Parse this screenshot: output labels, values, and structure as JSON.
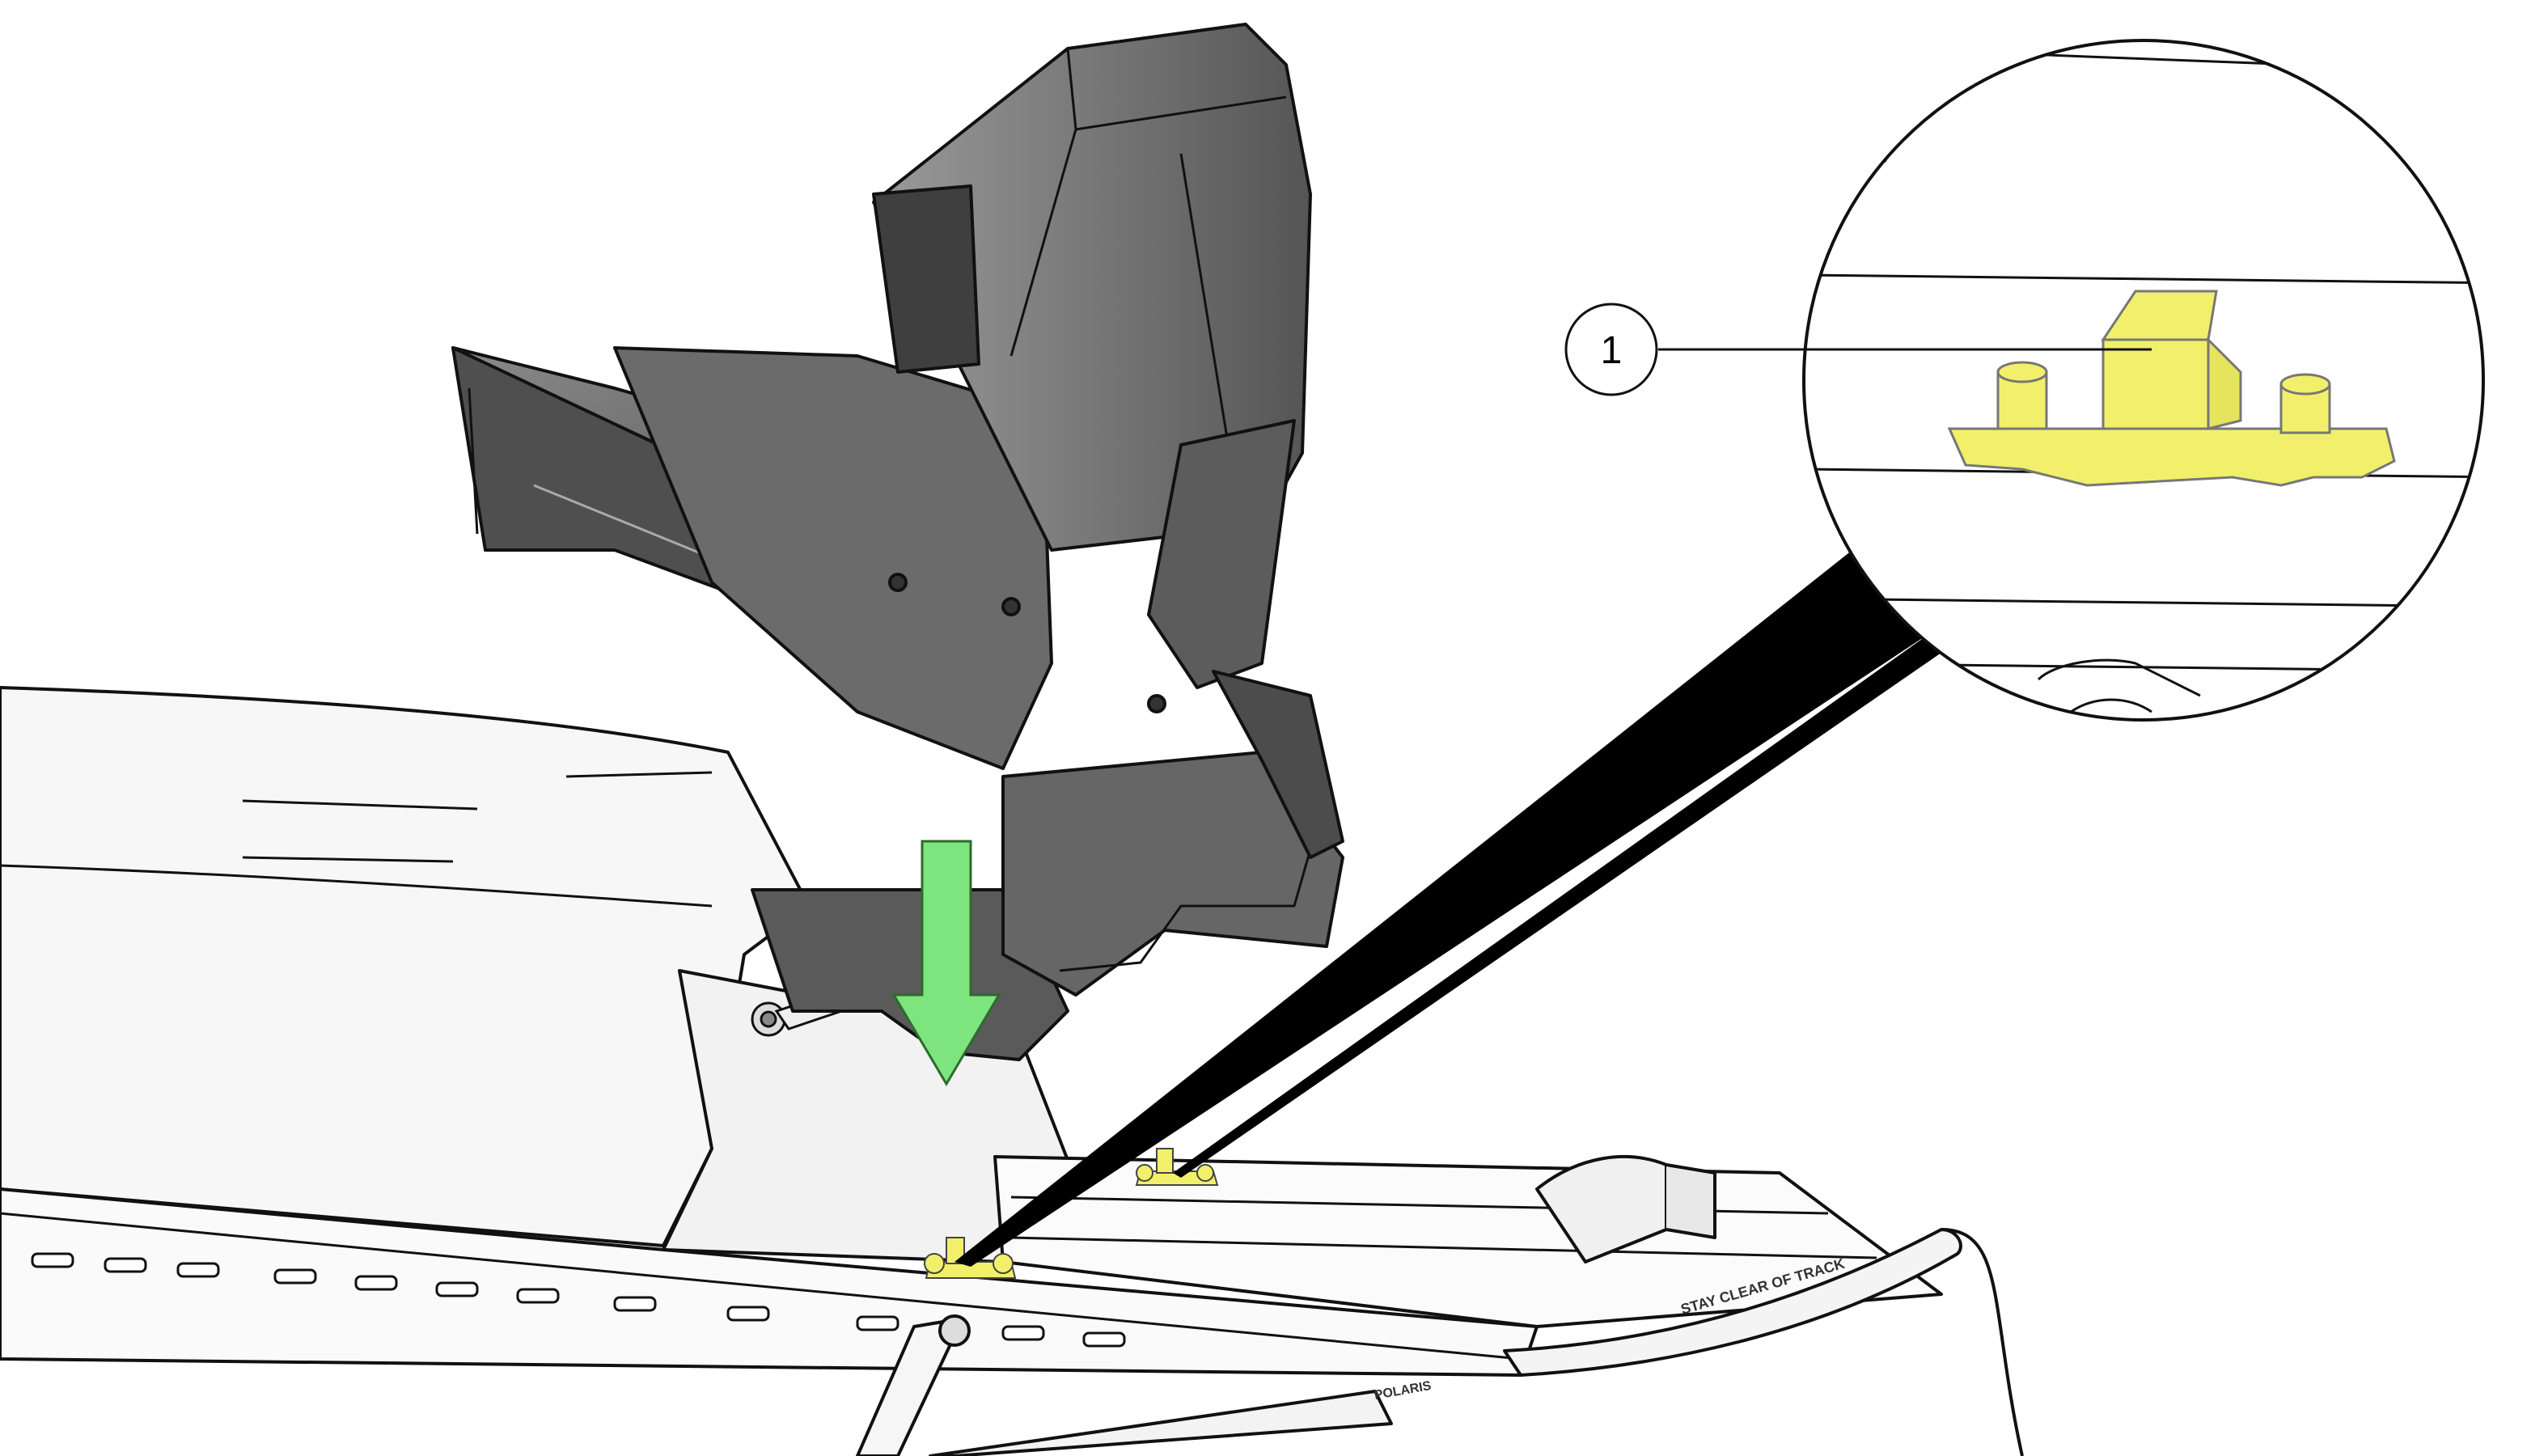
{
  "diagram": {
    "callouts": [
      {
        "number": "1",
        "target": "seat-mount-bracket"
      }
    ],
    "decals": {
      "tunnel_warning": "STAY CLEAR OF TRACK",
      "brand": "POLARIS"
    },
    "colors": {
      "highlight": "#f2f06a",
      "arrow": "#7ee57e",
      "seat": "#5f5f5f",
      "outline": "#111111"
    },
    "icons": {
      "install_arrow": "arrow-down-icon"
    }
  }
}
